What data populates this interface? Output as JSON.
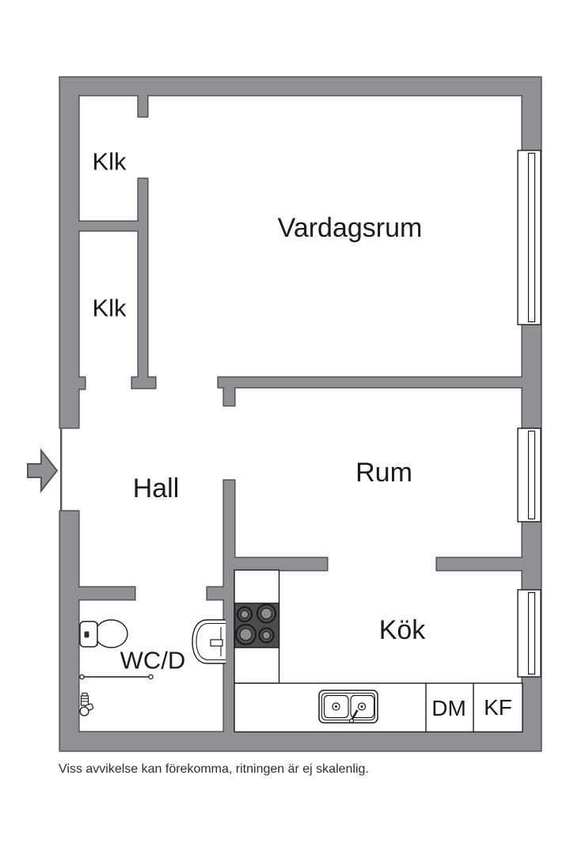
{
  "floor_plan": {
    "labels": {
      "klk_upper": "Klk",
      "klk_lower": "Klk",
      "vardagsrum": "Vardagsrum",
      "hall": "Hall",
      "rum": "Rum",
      "kok": "Kök",
      "wcd": "WC/D",
      "dm": "DM",
      "kf": "KF"
    },
    "disclaimer": "Viss avvikelse kan förekomma, ritningen är ej skalenlig.",
    "colors": {
      "background": "#ffffff",
      "wall_fill": "#8f9194",
      "wall_outline": "#55565a",
      "fixture_line": "#1a1a1a",
      "stove_fill": "#4b4c4e",
      "label_text": "#1a1a1a",
      "disclaimer_text": "#2d2d2d"
    },
    "icons": [
      "entrance-arrow-icon",
      "window-icon",
      "toilet-icon",
      "washbasin-icon",
      "shower-rail-icon",
      "floor-drain-icon",
      "stove-icon",
      "kitchen-sink-icon",
      "dishwasher-unit",
      "fridge-freezer-unit"
    ]
  }
}
